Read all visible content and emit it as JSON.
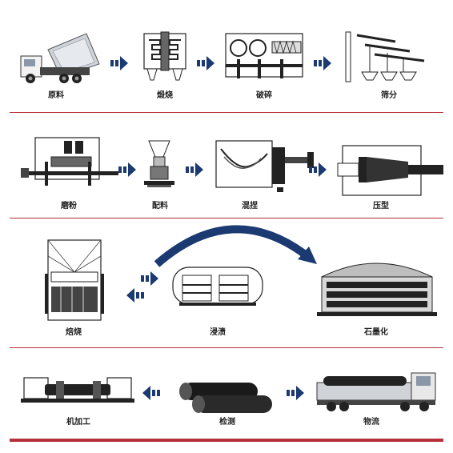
{
  "rows": [
    {
      "steps": [
        "原料",
        "煅烧",
        "破碎",
        "筛分"
      ]
    },
    {
      "steps": [
        "磨粉",
        "配料",
        "混捏",
        "压型"
      ]
    },
    {
      "steps": [
        "焙烧",
        "浸渍",
        "石墨化"
      ]
    },
    {
      "steps": [
        "机加工",
        "检测",
        "物流"
      ]
    }
  ],
  "colors": {
    "arrow": "#1c3a72",
    "divider": "#b5303a",
    "equipment": "#111111"
  }
}
